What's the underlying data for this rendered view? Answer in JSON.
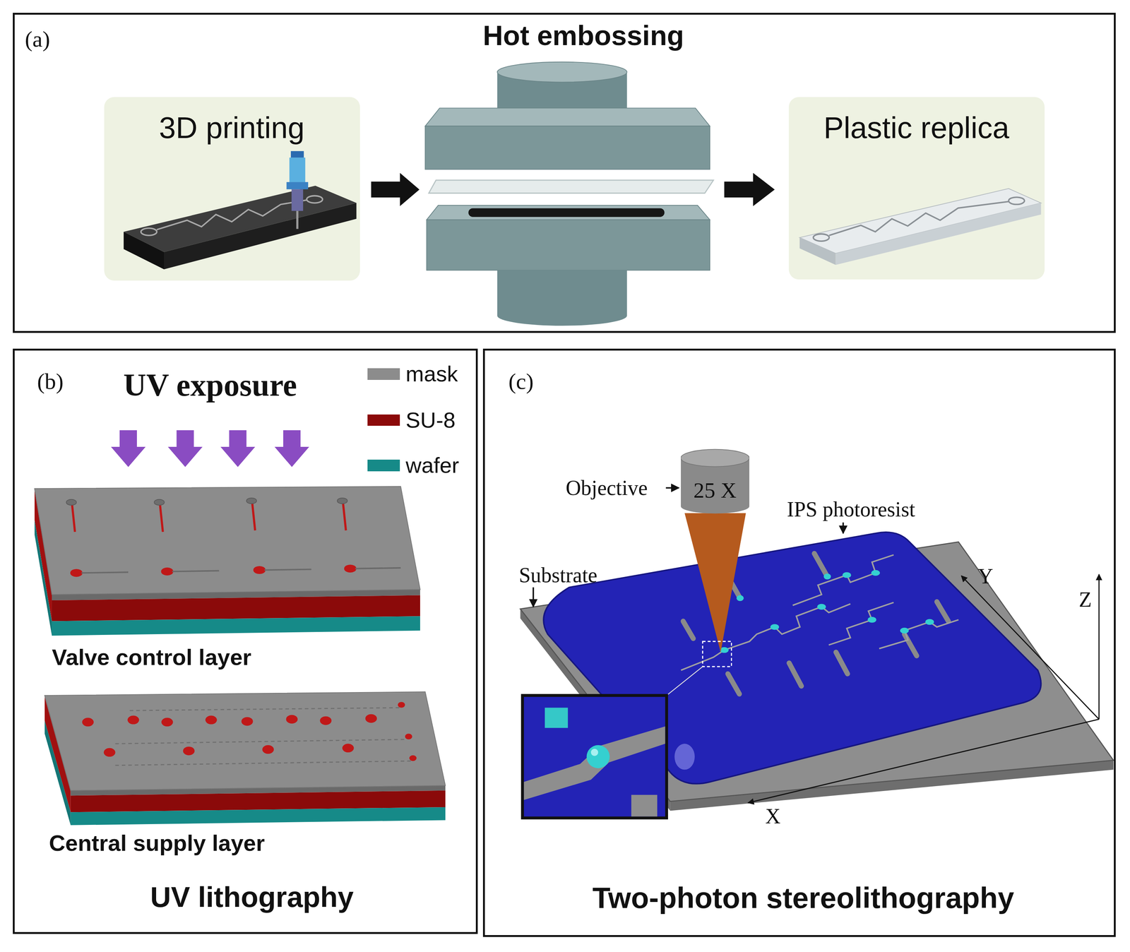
{
  "diagram": {
    "nodes": [
      {
        "text": [
          "(a)",
          "Hot embossing"
        ]
      },
      {
        "text": [
          "3D printing"
        ],
        "in": 0
      },
      {
        "text": [
          "Plastic replica"
        ],
        "in": 0
      },
      {
        "text": [
          "(b)",
          "UV exposure",
          "UV lithography"
        ]
      },
      {
        "text": [
          "(c)",
          "Two-photon stereolithography"
        ]
      },
      {
        "text": [
          "25 X"
        ],
        "in": 4
      }
    ],
    "labels": [
      "Objective",
      "IPS photoresist",
      "Substrate",
      "Y",
      "Z",
      "X",
      "Valve control layer",
      "Central supply layer"
    ],
    "legend": [
      {
        "text": "mask",
        "color": "#8c8c8c"
      },
      {
        "text": "SU-8",
        "color": "#8b0a0a"
      },
      {
        "text": "wafer",
        "color": "#168a88"
      }
    ]
  }
}
